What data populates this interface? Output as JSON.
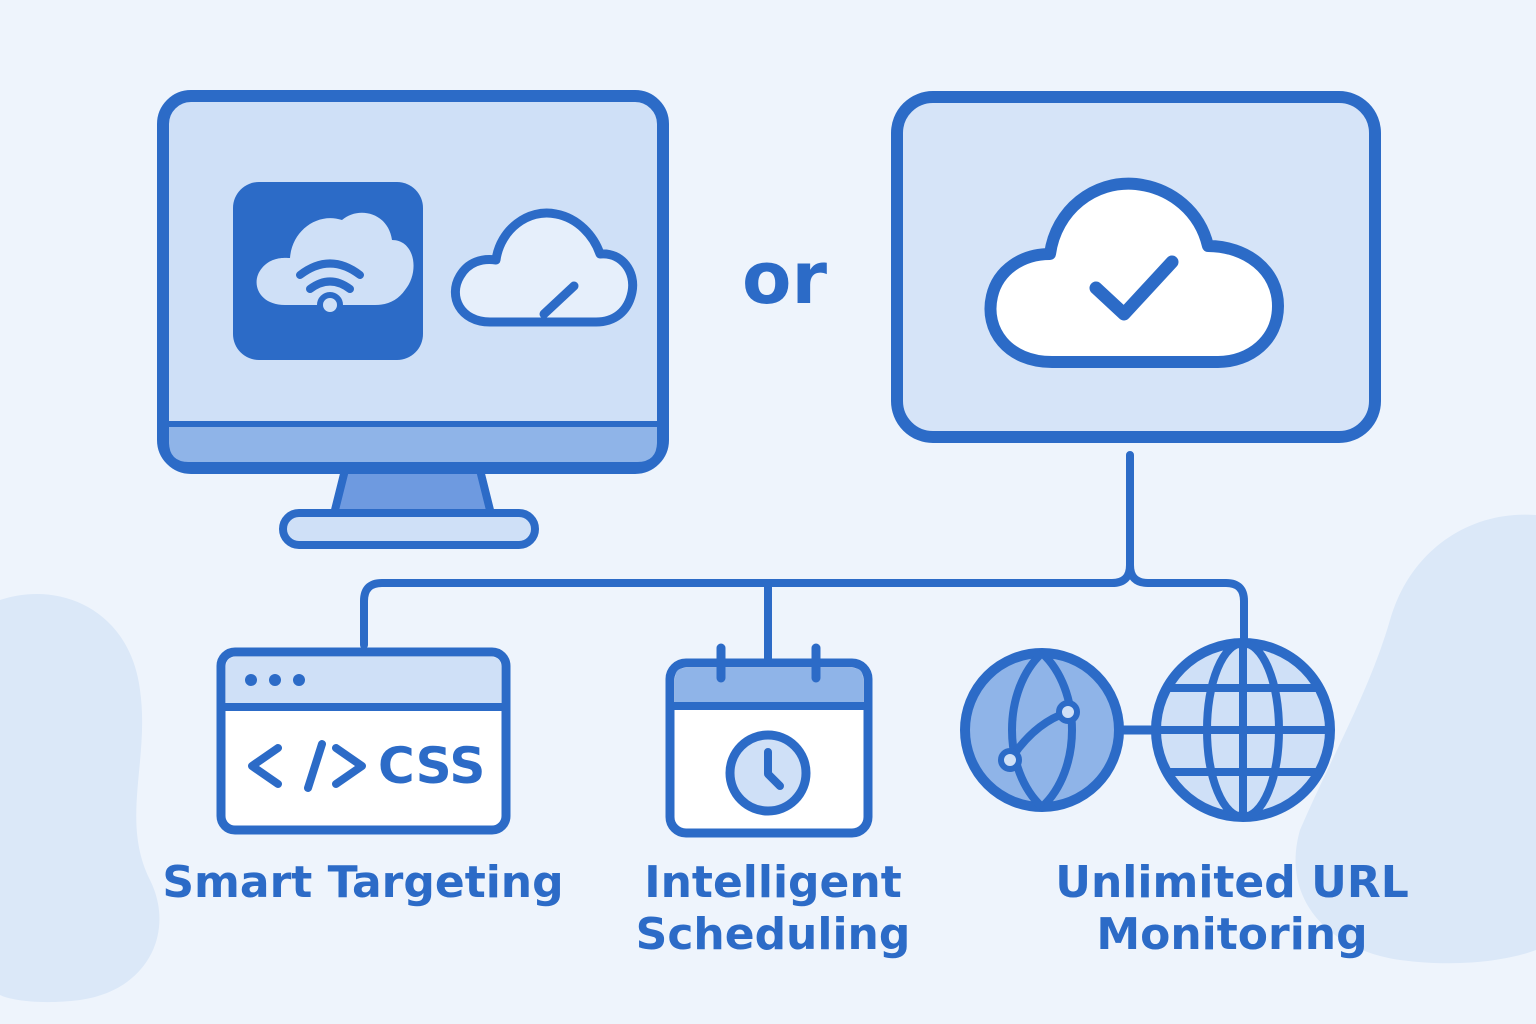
{
  "connector_word": "or",
  "code_window": {
    "code_glyph": "</>",
    "text": "CSS"
  },
  "features": [
    {
      "line1": "Smart Targeting",
      "line2": ""
    },
    {
      "line1": "Intelligent",
      "line2": "Scheduling"
    },
    {
      "line1": "Unlimited URL",
      "line2": "Monitoring"
    }
  ],
  "colors": {
    "stroke": "#2c6bc7",
    "fill_light": "#cfe0f7",
    "fill_mid": "#8fb4e8",
    "fill_dark": "#2c6bc7",
    "background": "#eef4fc",
    "blob": "#dbe8f8"
  },
  "icons": [
    "desktop-monitor-icon",
    "cloud-wifi-icon",
    "cloud-sync-icon",
    "cloud-check-icon",
    "browser-code-icon",
    "calendar-clock-icon",
    "globe-network-icon",
    "globe-icon"
  ]
}
